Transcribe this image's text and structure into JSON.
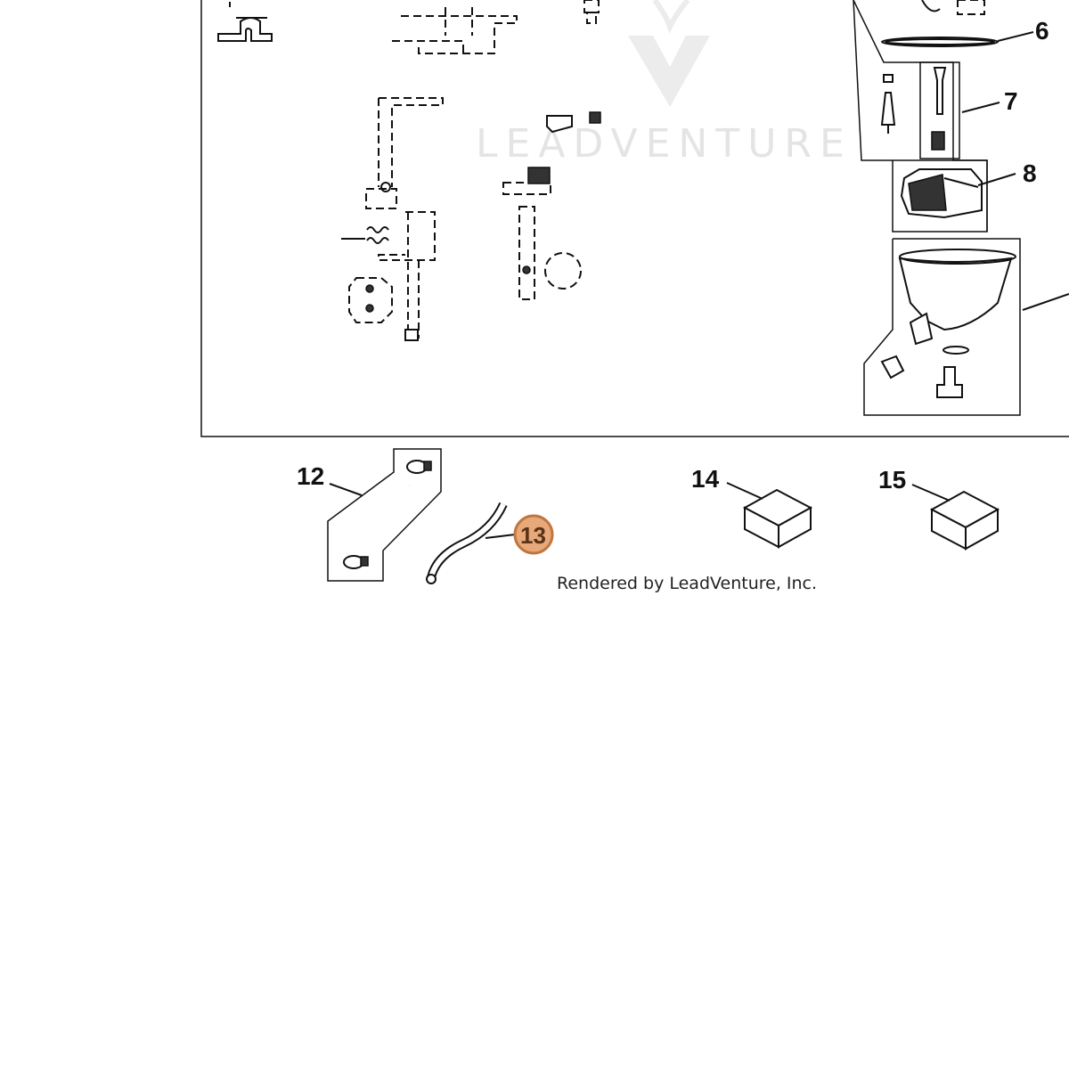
{
  "diagram": {
    "watermark": {
      "brand": "LEADVENTURE",
      "logo_icon": "leadventure-v-logo-icon"
    },
    "credit_text": "Rendered by LeadVenture, Inc.",
    "callouts": {
      "c6": "6",
      "c7": "7",
      "c8": "8",
      "c12": "12",
      "c13": "13",
      "c14": "14",
      "c15": "15"
    },
    "highlighted_callout": "13",
    "highlight_color": "#e7a979"
  }
}
